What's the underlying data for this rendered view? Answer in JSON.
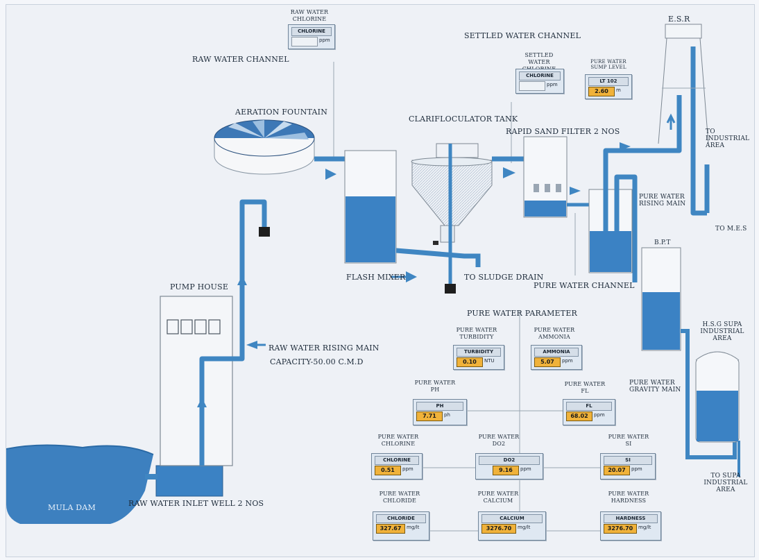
{
  "labels": {
    "raw_water_channel": "RAW WATER CHANNEL",
    "aeration_fountain": "AERATION FOUNTAIN",
    "settled_water_channel": "SETTLED WATER CHANNEL",
    "clariflocculator_tank": "CLARIFLOCULATOR TANK",
    "rapid_sand_filter": "RAPID SAND FILTER 2 NOS",
    "esr": "E.S.R",
    "to_industrial_area": "TO INDUSTRIAL AREA",
    "to_mes": "TO M.E.S",
    "pure_water_rising_main": "PURE WATER RISING MAIN",
    "bpt": "B.P.T",
    "flash_mixer": "FLASH MIXER",
    "to_sludge_drain": "TO SLUDGE DRAIN",
    "pure_water_channel": "PURE WATER CHANNEL",
    "pump_house": "PUMP HOUSE",
    "raw_water_rising_main": "RAW WATER RISING MAIN",
    "capacity": "CAPACITY-50.00 C.M.D",
    "pure_water_parameter": "PURE WATER PARAMETER",
    "hsg_supa": "H.S.G SUPA INDUSTRIAL AREA",
    "pure_water_gravity_main": "PURE WATER GRAVITY MAIN",
    "to_supa": "TO SUPA INDUSTRIAL AREA",
    "mula_dam": "MULA DAM",
    "raw_water_inlet_well": "RAW WATER INLET WELL 2 NOS"
  },
  "panels": [
    {
      "id": "raw-chlorine",
      "caption": "RAW WATER CHLORINE",
      "title": "CHLORINE",
      "value": "",
      "unit": "ppm"
    },
    {
      "id": "settled-chlorine",
      "caption": "SETTLED WATER CHLORINE",
      "title": "CHLORINE",
      "value": "",
      "unit": "ppm"
    },
    {
      "id": "sump-level",
      "caption": "PURE WATER SUMP LEVEL",
      "title": "LT 102",
      "value": "2.60",
      "unit": "m"
    },
    {
      "id": "turbidity",
      "caption": "PURE WATER TURBIDITY",
      "title": "TURBIDITY",
      "value": "0.10",
      "unit": "NTU"
    },
    {
      "id": "ammonia",
      "caption": "PURE WATER AMMONIA",
      "title": "AMMONIA",
      "value": "5.07",
      "unit": "ppm"
    },
    {
      "id": "ph",
      "caption": "PURE WATER PH",
      "title": "PH",
      "value": "7.71",
      "unit": "ph"
    },
    {
      "id": "fl",
      "caption": "PURE WATER FL",
      "title": "FL",
      "value": "68.02",
      "unit": "ppm"
    },
    {
      "id": "chlorine",
      "caption": "PURE WATER CHLORINE",
      "title": "CHLORINE",
      "value": "0.51",
      "unit": "ppm"
    },
    {
      "id": "do2",
      "caption": "PURE WATER DO2",
      "title": "DO2",
      "value": "9.16",
      "unit": "ppm"
    },
    {
      "id": "si",
      "caption": "PURE WATER SI",
      "title": "SI",
      "value": "20.07",
      "unit": "ppm"
    },
    {
      "id": "chloride",
      "caption": "PURE WATER CHLORIDE",
      "title": "CHLORIDE",
      "value": "327.67",
      "unit": "mg/lt"
    },
    {
      "id": "calcium",
      "caption": "PURE WATER CALCIUM",
      "title": "CALCIUM",
      "value": "3276.70",
      "unit": "mg/lt"
    },
    {
      "id": "hardness",
      "caption": "PURE WATER HARDNESS",
      "title": "HARDNESS",
      "value": "3276.70",
      "unit": "mg/lt"
    }
  ],
  "colors": {
    "pipe": "#3f86c2",
    "water": "#3b82c4",
    "background": "#eef1f6",
    "value_highlight": "#f0b23a"
  }
}
